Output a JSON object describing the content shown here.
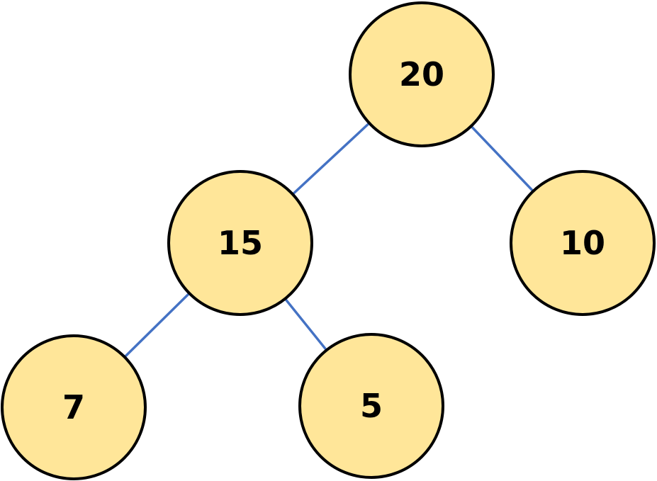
{
  "diagram": {
    "type": "binary-tree",
    "colors": {
      "node_fill": "#FFE699",
      "node_stroke": "#000000",
      "edge": "#4472C4",
      "label": "#000000",
      "background": "#FFFFFF"
    },
    "nodes": [
      {
        "id": "n20",
        "label": "20"
      },
      {
        "id": "n15",
        "label": "15"
      },
      {
        "id": "n10",
        "label": "10"
      },
      {
        "id": "n7",
        "label": "7"
      },
      {
        "id": "n5",
        "label": "5"
      }
    ],
    "edges": [
      {
        "from": "n20",
        "to": "n15"
      },
      {
        "from": "n20",
        "to": "n10"
      },
      {
        "from": "n15",
        "to": "n7"
      },
      {
        "from": "n15",
        "to": "n5"
      }
    ]
  }
}
